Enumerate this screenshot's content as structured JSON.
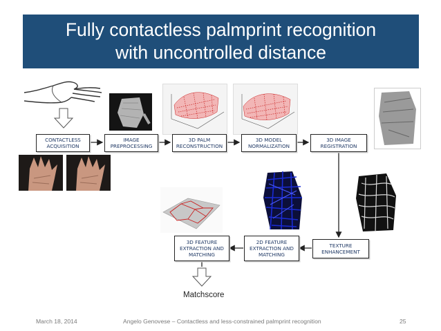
{
  "slide": {
    "title_line1": "Fully contactless palmprint recognition",
    "title_line2": "with uncontrolled distance",
    "footer_date": "March 18, 2014",
    "footer_text": "Angelo Genovese – Contactless and less-constrained palmprint recognition",
    "footer_page": "25"
  },
  "flow": {
    "contactless_acquisition": [
      "CONTACTLESS",
      "ACQUISITION"
    ],
    "image_preprocessing": [
      "IMAGE",
      "PREPROCESSING"
    ],
    "palm_reconstruction": [
      "3D PALM",
      "RECONSTRUCTION"
    ],
    "model_normalization": [
      "3D MODEL",
      "NORMALIZATION"
    ],
    "image_registration": [
      "3D IMAGE",
      "REGISTRATION"
    ],
    "texture_enhancement": [
      "TEXTURE",
      "ENHANCEMENT"
    ],
    "feature_2d": [
      "2D FEATURE",
      "EXTRACTION AND",
      "MATCHING"
    ],
    "feature_3d": [
      "3D FEATURE",
      "EXTRACTION AND",
      "MATCHING"
    ],
    "matchscore": "Matchscore"
  },
  "colors": {
    "title_bg": "#1f4e79",
    "box_text": "#1f3864",
    "pointcloud": "#c81e1e",
    "blue_features": "#1a2bd6"
  }
}
